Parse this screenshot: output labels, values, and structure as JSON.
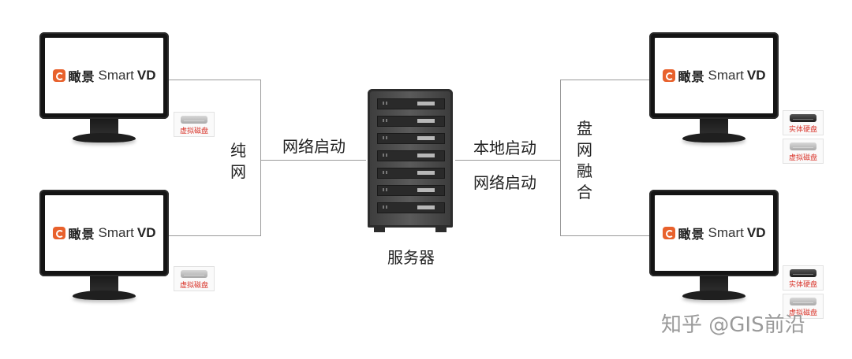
{
  "monitors": {
    "brand_cn": "瞰景",
    "brand_smart": "Smart",
    "brand_vd": "VD"
  },
  "disks": {
    "virtual_label": "虚拟磁盘",
    "physical_label": "实体硬盘"
  },
  "labels": {
    "pure_network": "纯网",
    "network_boot_left": "网络启动",
    "local_boot": "本地启动",
    "network_boot_right": "网络启动",
    "disk_network_fusion": "盘网融合",
    "server": "服务器"
  },
  "watermark": "知乎 @GIS前沿",
  "colors": {
    "brand_orange": "#e8612c",
    "disk_label_red": "#d9352b",
    "line_gray": "#9a9a9a"
  }
}
